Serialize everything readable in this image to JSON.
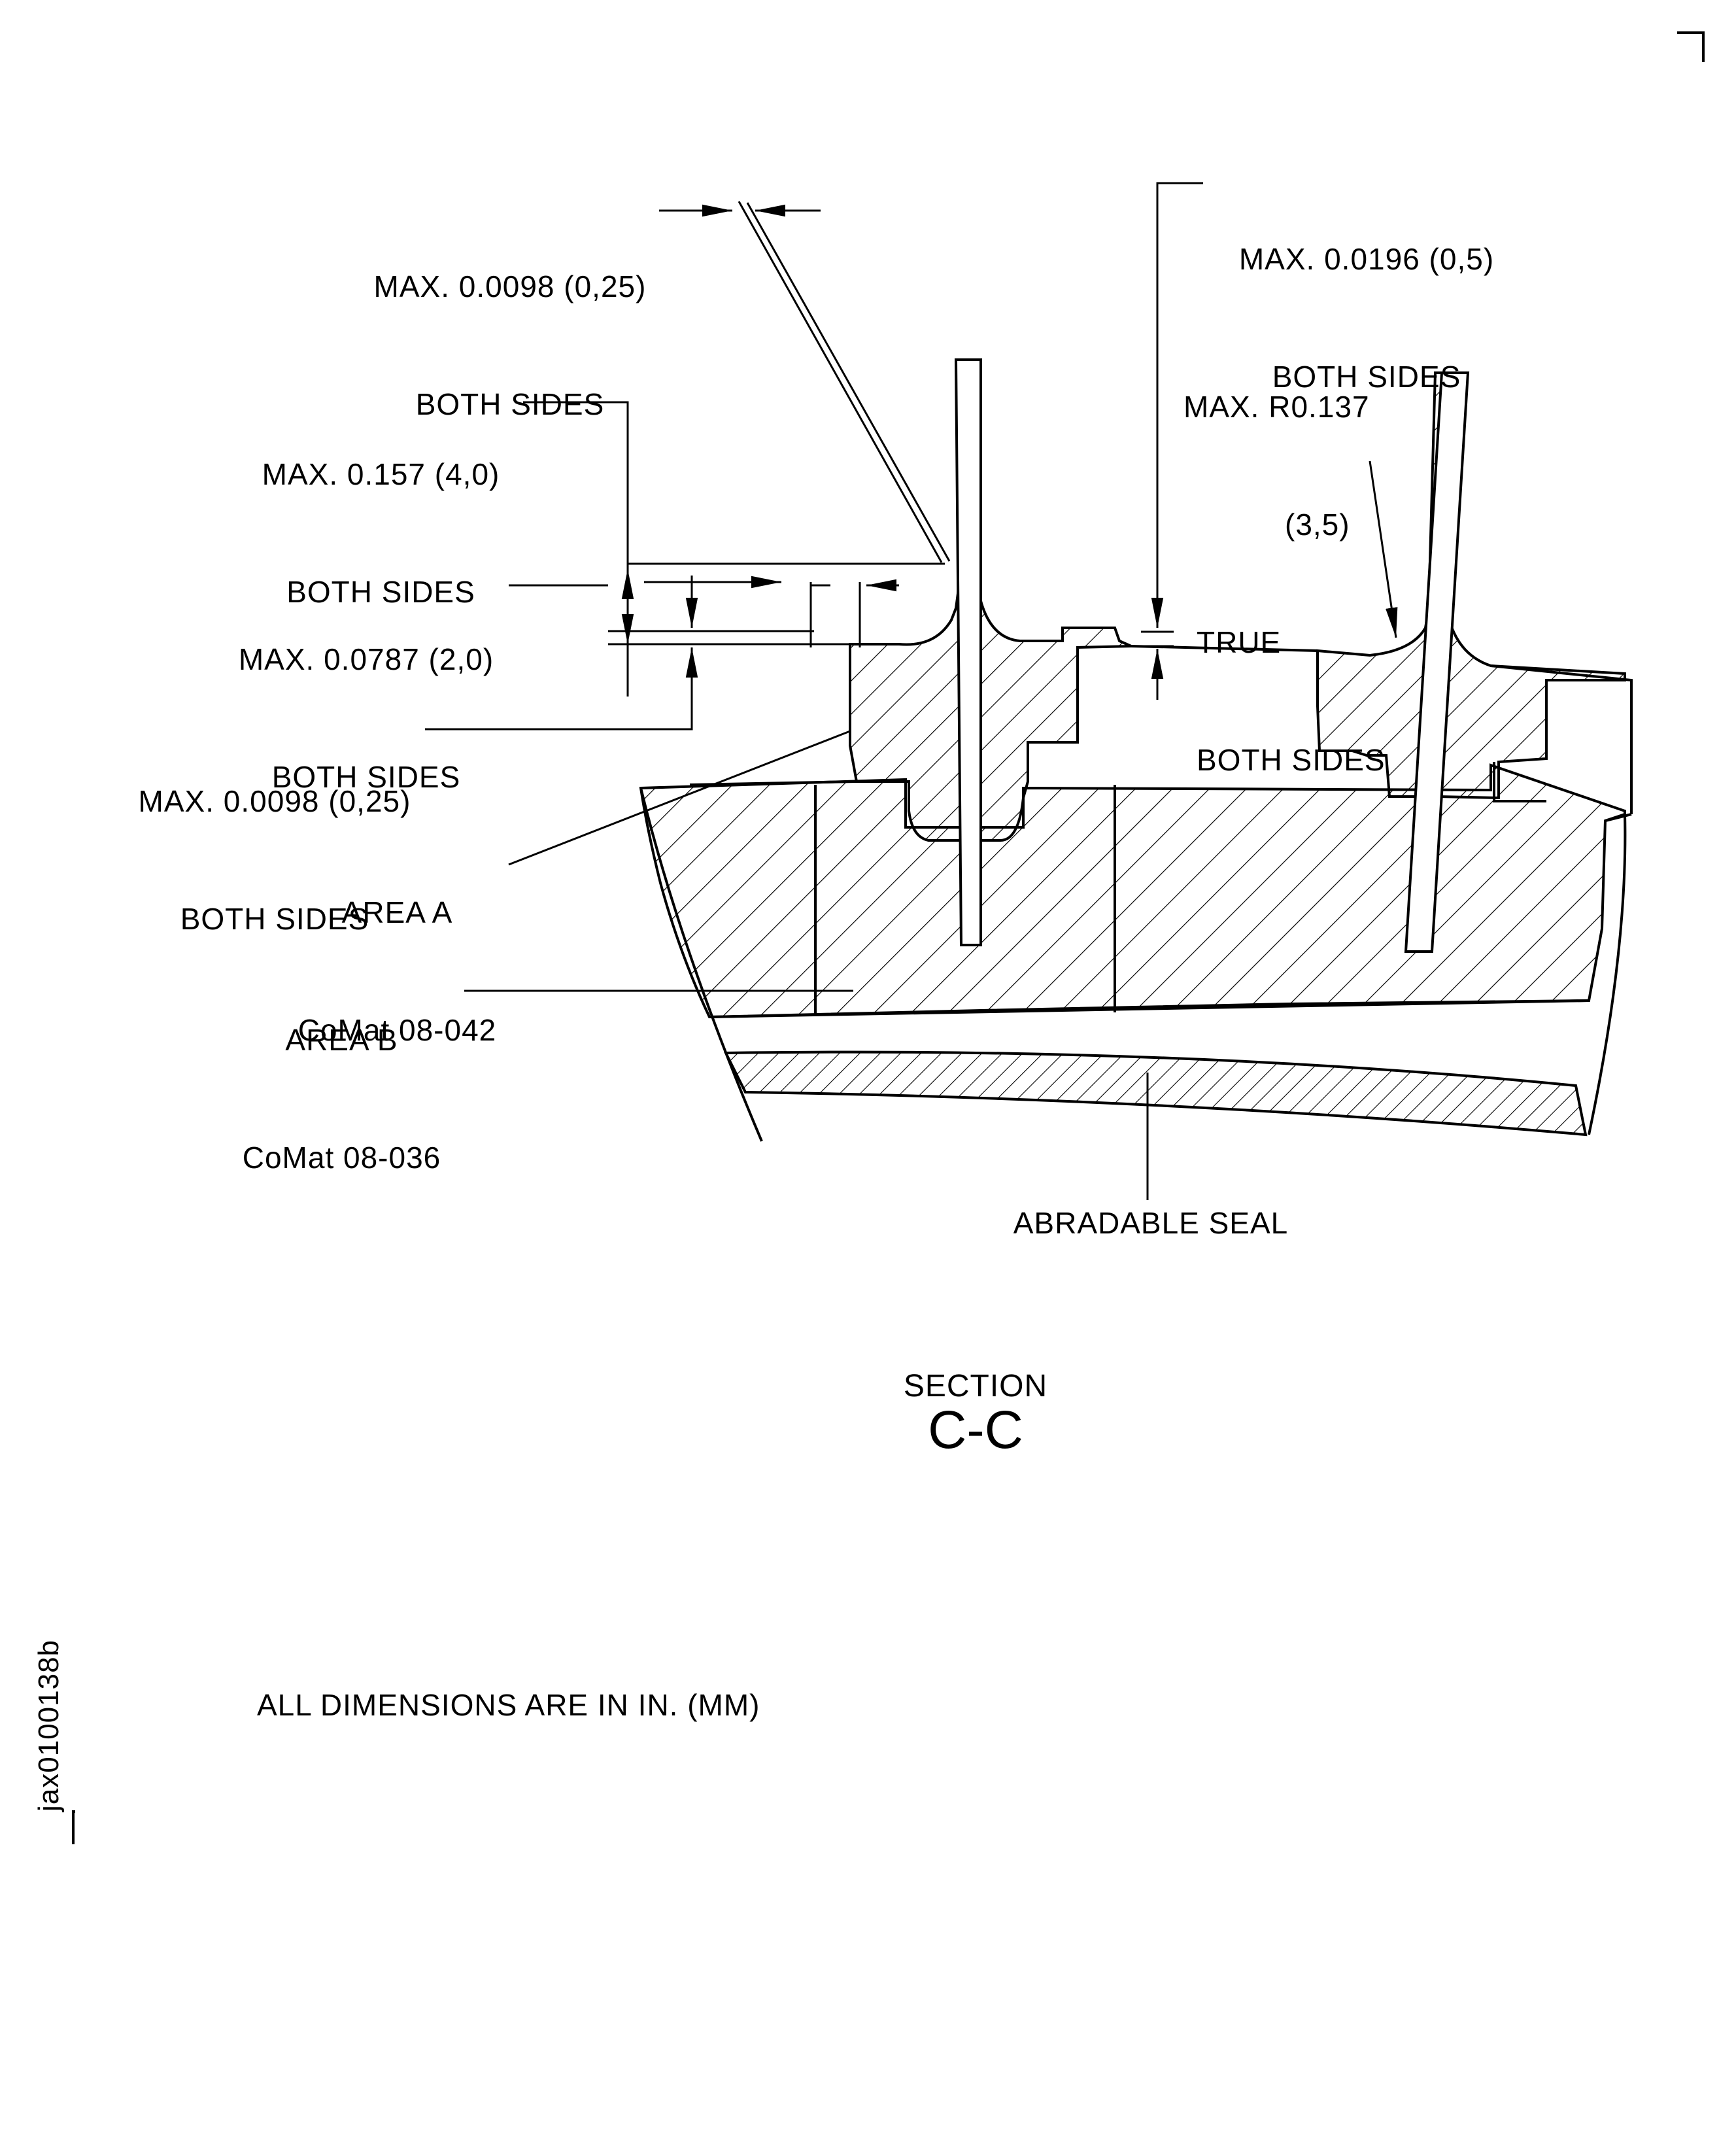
{
  "labels": {
    "tip_clearance": {
      "line1": "MAX. 0.0098 (0,25)",
      "line2": "BOTH SIDES"
    },
    "seal_step_top": {
      "line1": "MAX. 0.0196 (0,5)",
      "line2": "BOTH SIDES"
    },
    "fillet_radius": {
      "line1": "MAX. R0.137",
      "line2": "(3,5)",
      "line3": "TRUE",
      "line4": "BOTH SIDES"
    },
    "land_width": {
      "line1": "MAX. 0.157 (4,0)",
      "line2": "BOTH SIDES"
    },
    "step_height": {
      "line1": "MAX. 0.0787 (2,0)",
      "line2": "BOTH SIDES"
    },
    "land_offset": {
      "line1": "MAX. 0.0098 (0,25)",
      "line2": "BOTH SIDES"
    },
    "area_a": {
      "line1": "AREA A",
      "line2": "CoMat 08-042"
    },
    "area_b": {
      "line1": "AREA B",
      "line2": "CoMat 08-036"
    },
    "abradable_seal": "ABRADABLE SEAL"
  },
  "section": {
    "word": "SECTION",
    "id": "C-C"
  },
  "note": "ALL DIMENSIONS ARE IN IN. (MM)",
  "figure_id": "jax0100138b",
  "colors": {
    "ink": "#000000",
    "paper": "#ffffff"
  }
}
